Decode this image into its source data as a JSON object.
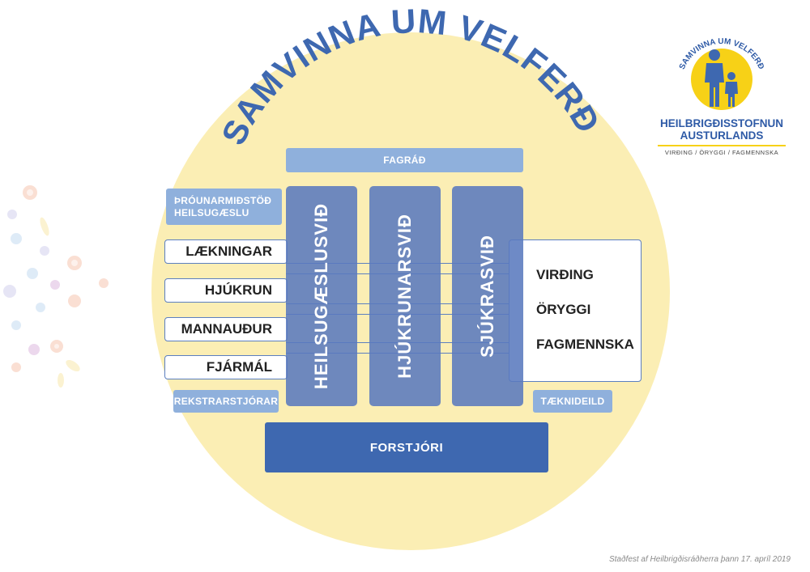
{
  "title": "SAMVINNA UM VELFERÐ",
  "top_bar": "FAGRÁÐ",
  "side_top": "ÞRÓUNARMIÐSTÖÐ HEILSUGÆSLU",
  "rows": [
    "LÆKNINGAR",
    "HJÚKRUN",
    "MANNAUÐUR",
    "FJÁRMÁL"
  ],
  "pillars": [
    "HEILSUGÆSLUSVIÐ",
    "HJÚKRUNARSVIÐ",
    "SJÚKRASVIÐ"
  ],
  "values": [
    "VIRÐING",
    "ÖRYGGI",
    "FAGMENNSKA"
  ],
  "bottom_left": "REKSTRARSTJÓRAR",
  "bottom_right": "TÆKNIDEILD",
  "base": "FORSTJÓRI",
  "footnote": "Staðfest af Heilbrigðisráðherra þann 17. apríl 2019",
  "logo": {
    "arc_text": "SAMVINNA UM VELFERÐ",
    "org_line1": "HEILBRIGÐISSTOFNUN",
    "org_line2": "AUSTURLANDS",
    "tagline": "VIRÐING / ÖRYGGI / FAGMENNSKA"
  },
  "colors": {
    "circle": "#fbeeb4",
    "dark_blue": "#3e68b0",
    "mid_blue": "#5a7abe",
    "light_blue": "#8fb0dc",
    "logo_yellow": "#f7d117"
  }
}
